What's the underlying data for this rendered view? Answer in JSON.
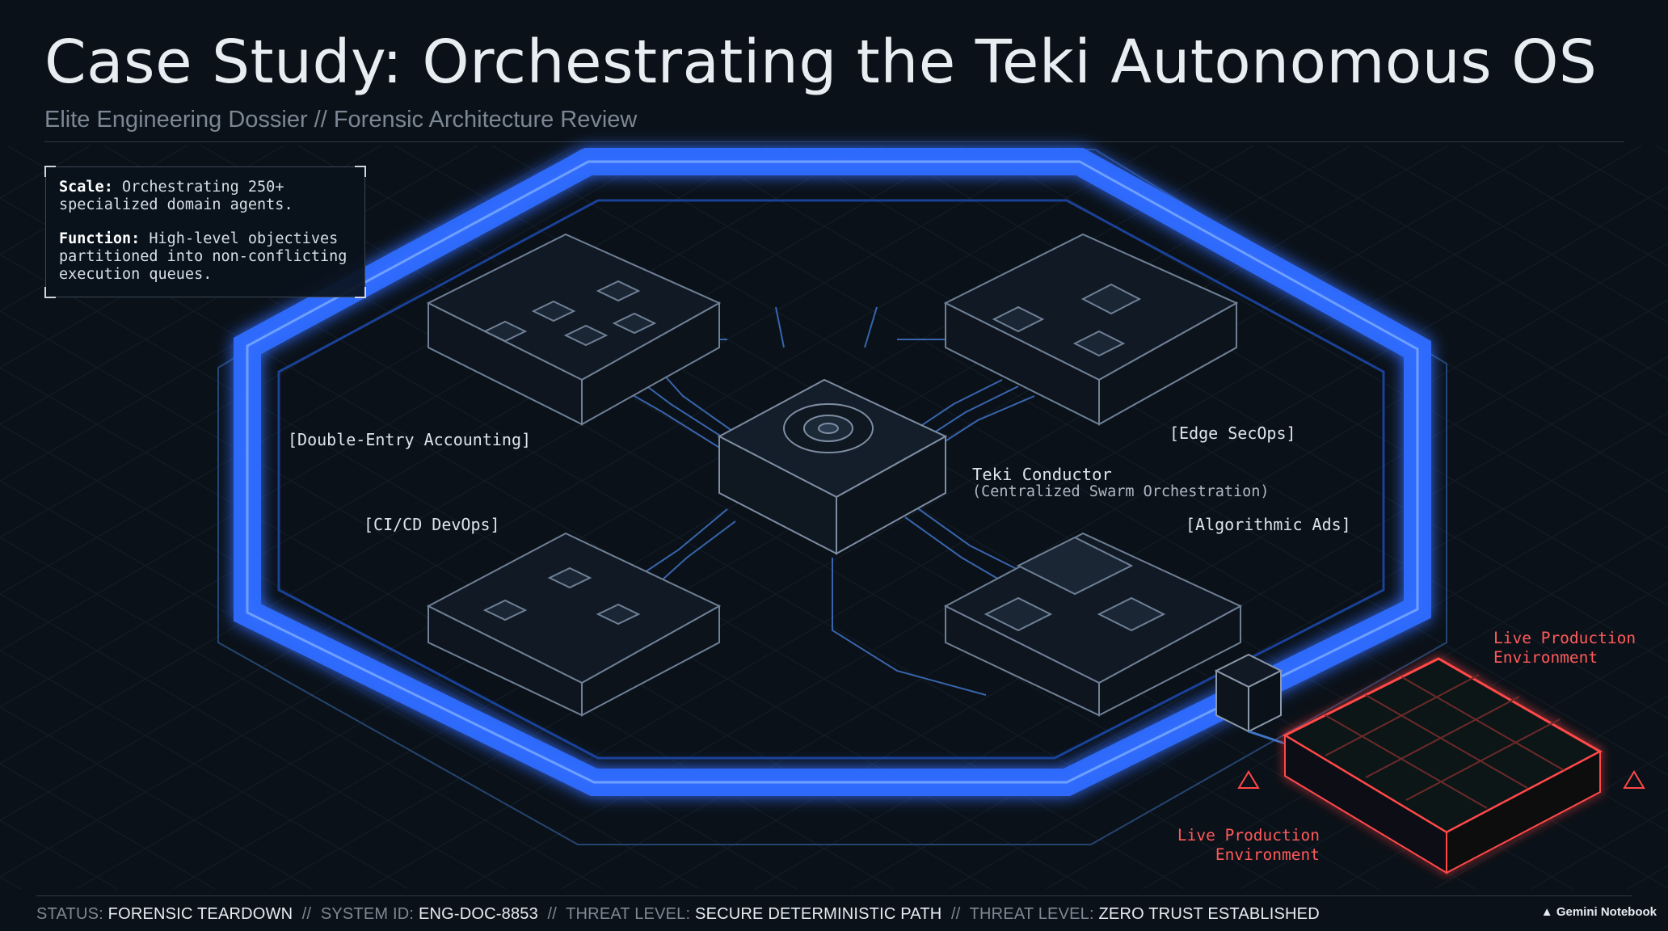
{
  "header": {
    "title": "Case Study: Orchestrating the Teki Autonomous OS",
    "subtitle": "Elite Engineering Dossier // Forensic Architecture Review"
  },
  "info_box": {
    "scale_label": "Scale:",
    "scale_text_1": "Orchestrating 250+",
    "scale_text_2": "specialized domain agents.",
    "function_label": "Function:",
    "function_text_1": "High-level objectives",
    "function_text_2": "partitioned into non-conflicting",
    "function_text_3": "execution queues."
  },
  "diagram": {
    "conductor_title": "Teki Conductor",
    "conductor_subtitle": "(Centralized Swarm Orchestration)",
    "modules": {
      "accounting": "[Double-Entry Accounting]",
      "secops": "[Edge SecOps]",
      "devops": "[CI/CD DevOps]",
      "ads": "[Algorithmic Ads]"
    },
    "production_top_1": "Live Production",
    "production_top_2": "Environment",
    "production_bottom_1": "Live Production",
    "production_bottom_2": "Environment"
  },
  "status_bar": {
    "status_key": "STATUS:",
    "status_value": "FORENSIC TEARDOWN",
    "sep1": "//",
    "system_key": "SYSTEM ID:",
    "system_value": "ENG-DOC-8853",
    "sep2": "//",
    "threat1_key": "THREAT LEVEL:",
    "threat1_value": "SECURE DETERMINISTIC PATH",
    "sep3": "//",
    "threat2_key": "THREAT LEVEL:",
    "threat2_value": "ZERO TRUST ESTABLISHED"
  },
  "brand": "Gemini Notebook",
  "colors": {
    "background": "#0b1118",
    "ring_blue": "#2f6cff",
    "wire": "#5a6e86",
    "alert_red": "#ff4848"
  }
}
